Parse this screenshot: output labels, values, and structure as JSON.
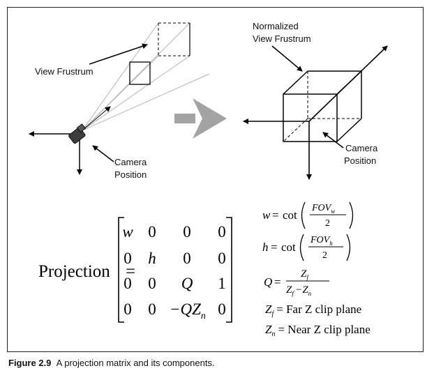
{
  "left_diagram": {
    "view_frustum_label": "View Frustrum",
    "camera_label_line1": "Camera",
    "camera_label_line2": "Position"
  },
  "right_diagram": {
    "normalized_label_line1": "Normalized",
    "normalized_label_line2": "View Frustrum",
    "camera_label_line1": "Camera",
    "camera_label_line2": "Position"
  },
  "matrix": {
    "lhs": "Projection",
    "rows": [
      [
        "w",
        "0",
        "0",
        "0"
      ],
      [
        "0",
        "h",
        "0",
        "0"
      ],
      [
        "0",
        "0",
        "Q",
        "1"
      ],
      [
        "0",
        "0",
        "−QZ",
        "0"
      ]
    ],
    "row4_col3_subscript": "n"
  },
  "definitions": {
    "w": {
      "lhs": "w",
      "cot": "cot",
      "num": "FOV",
      "num_sub": "w",
      "den": "2"
    },
    "h": {
      "lhs": "h",
      "cot": "cot",
      "num": "FOV",
      "num_sub": "h",
      "den": "2"
    },
    "q": {
      "lhs": "Q",
      "num": "Z",
      "num_sub": "f",
      "den_a": "Z",
      "den_a_sub": "f",
      "den_minus": "−",
      "den_b": "Z",
      "den_b_sub": "n"
    },
    "zf": {
      "sym": "Z",
      "sub": "f",
      "text": "= Far Z clip plane"
    },
    "zn": {
      "sym": "Z",
      "sub": "n",
      "text": "= Near Z clip plane"
    }
  },
  "caption": {
    "figure_number": "Figure 2.9",
    "text": "A projection matrix and its components."
  }
}
